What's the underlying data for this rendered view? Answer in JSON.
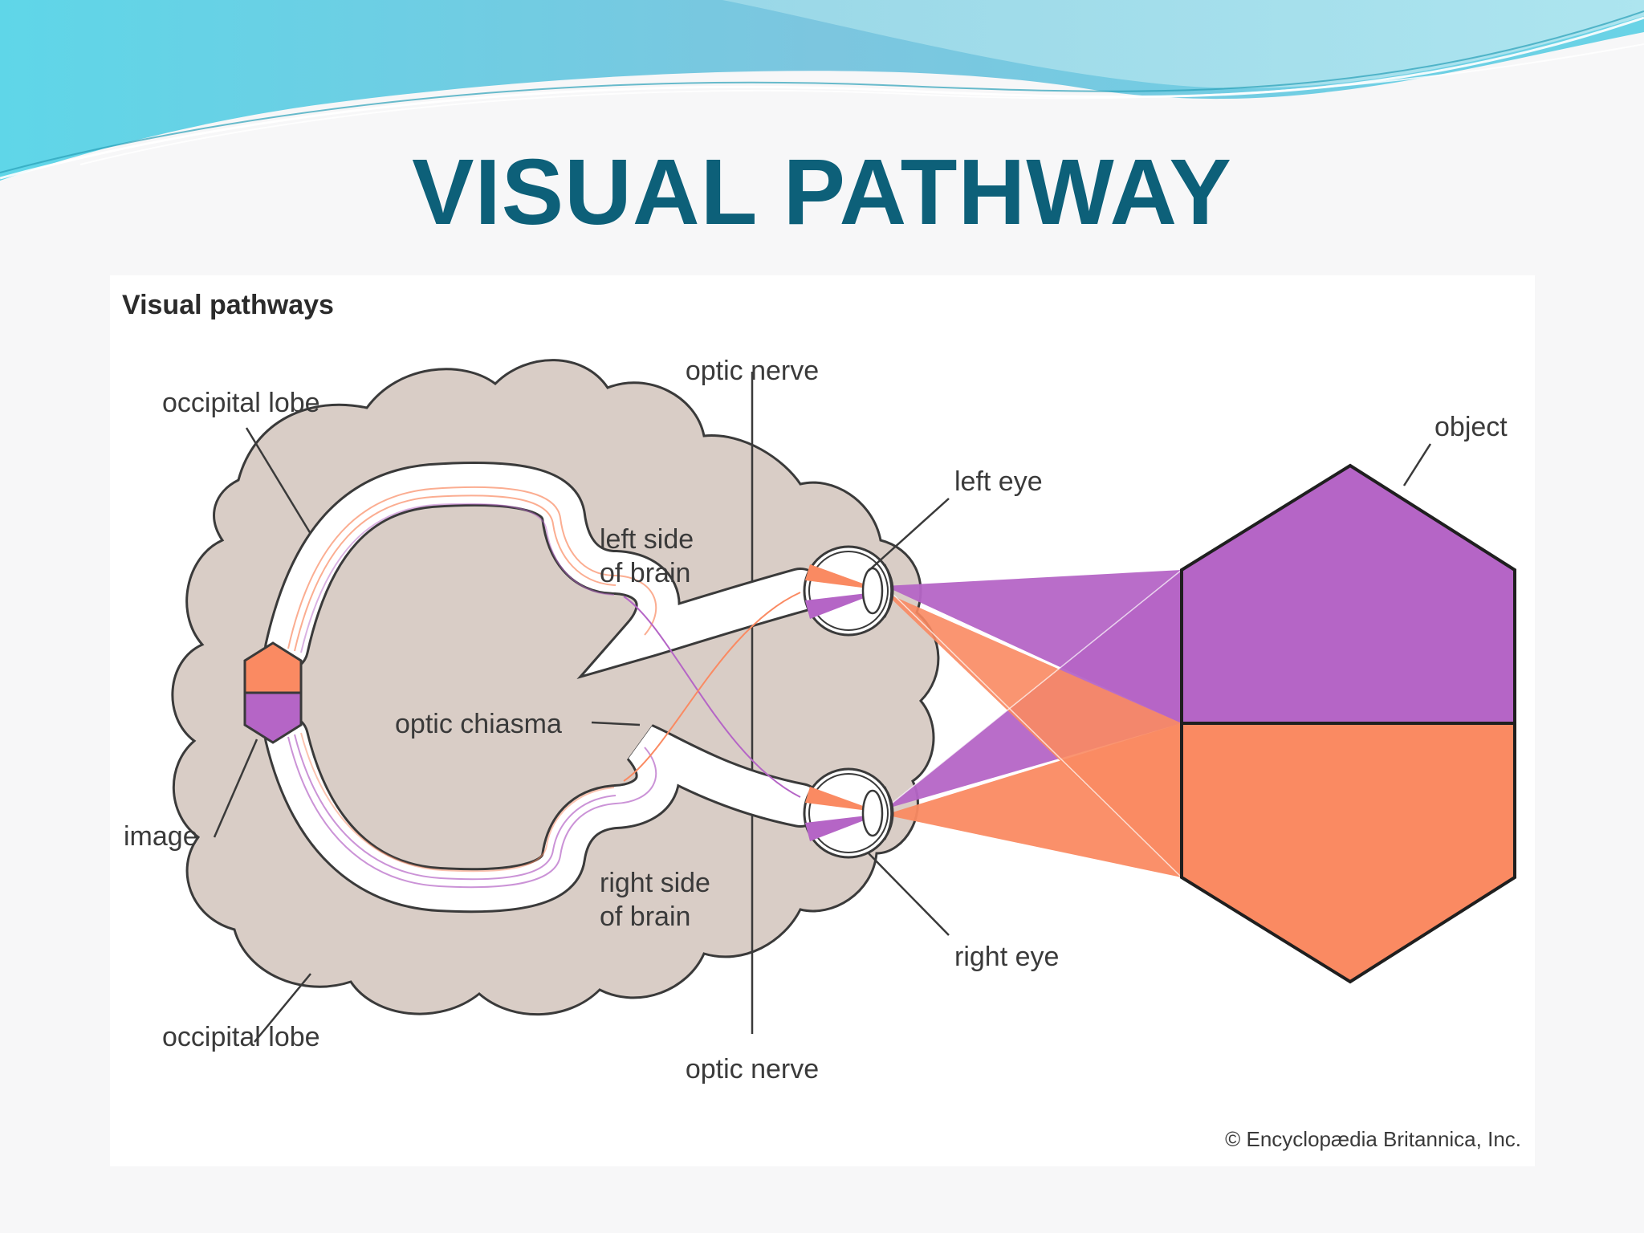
{
  "slide": {
    "title": "VISUAL PATHWAY"
  },
  "diagram": {
    "heading": "Visual pathways",
    "labels": {
      "occipital_lobe_top": "occipital lobe",
      "occipital_lobe_bottom": "occipital lobe",
      "optic_nerve_top": "optic nerve",
      "optic_nerve_bottom": "optic nerve",
      "left_side_line1": "left side",
      "left_side_line2": "of brain",
      "right_side_line1": "right side",
      "right_side_line2": "of brain",
      "optic_chiasma": "optic chiasma",
      "image": "image",
      "left_eye": "left eye",
      "right_eye": "right eye",
      "object": "object"
    },
    "credit": "© Encyclopædia Britannica, Inc.",
    "colors": {
      "title": "#0d6079",
      "brain": "#d9cdc6",
      "purple": "#b565c6",
      "orange": "#fa8a62",
      "outline": "#3a3a3a"
    }
  }
}
